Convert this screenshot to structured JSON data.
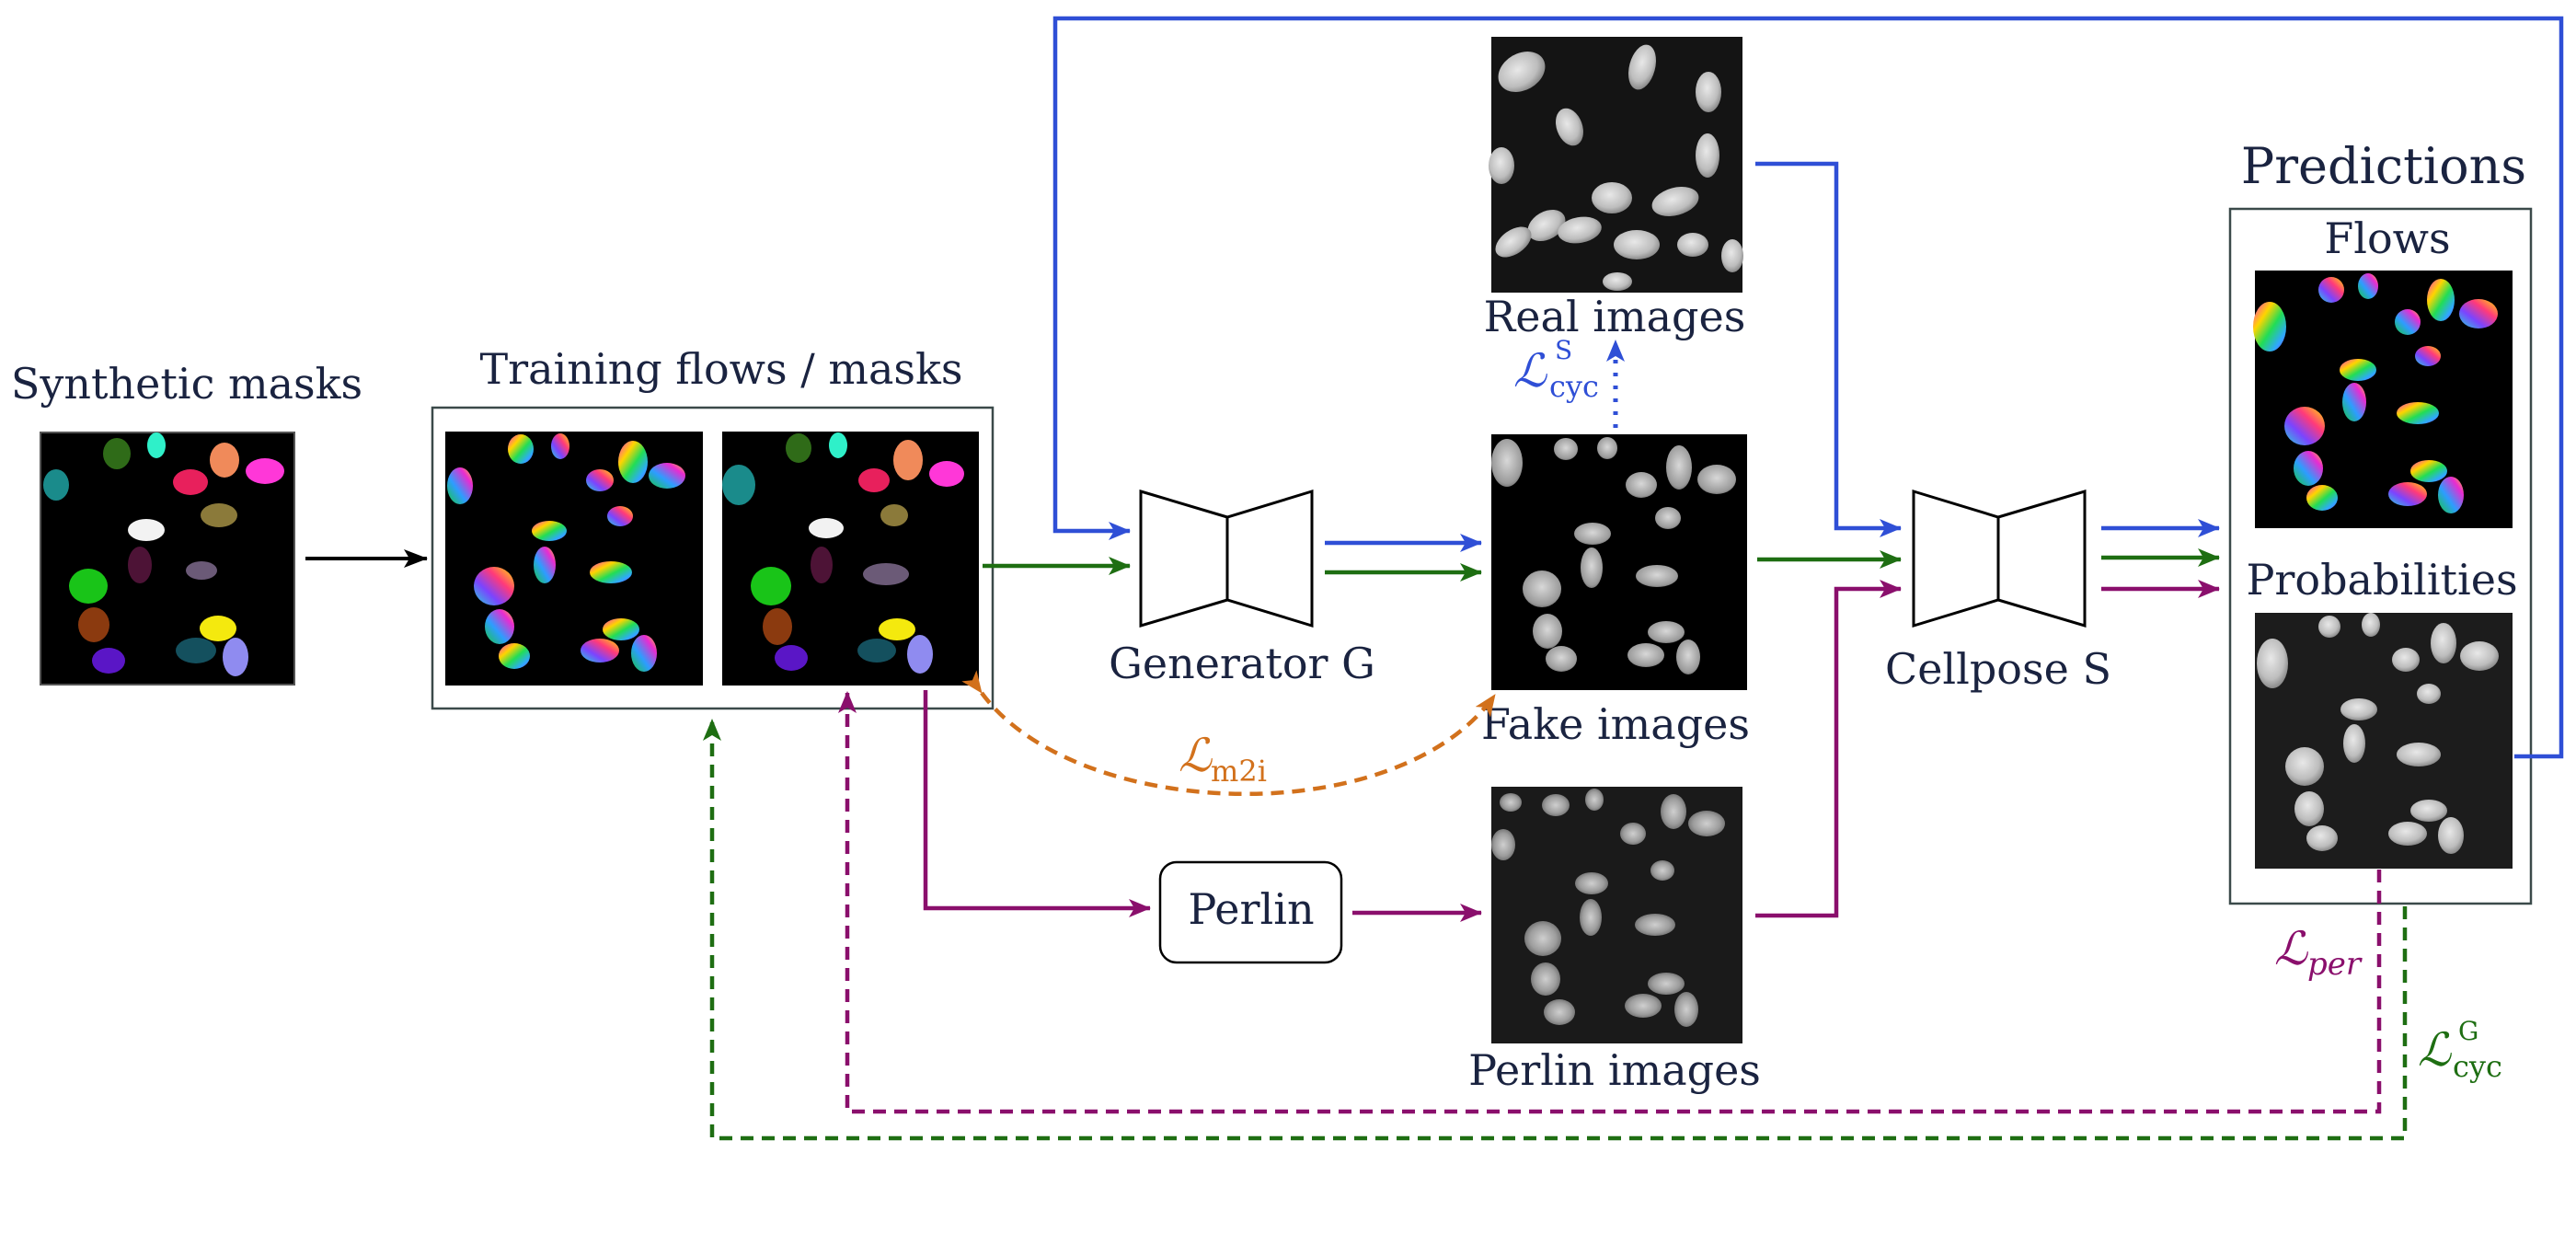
{
  "labels": {
    "synthetic_masks": "Synthetic masks",
    "training_flows_masks": "Training flows / masks",
    "generator": "Generator G",
    "real_images": "Real images",
    "fake_images": "Fake images",
    "perlin_images": "Perlin images",
    "perlin": "Perlin",
    "cellpose": "Cellpose S",
    "predictions": "Predictions",
    "flows": "Flows",
    "probabilities": "Probabilities"
  },
  "losses": {
    "cyc_s": {
      "symbol": "ℒ",
      "sub": "cyc",
      "sup": "S"
    },
    "m2i": {
      "symbol": "ℒ",
      "sub": "m2i"
    },
    "per": {
      "symbol": "ℒ",
      "sub": "per"
    },
    "cyc_g": {
      "symbol": "ℒ",
      "sub": "cyc",
      "sup": "G"
    }
  },
  "colors": {
    "blue": "#2f4fd6",
    "green": "#1e6e12",
    "purple": "#8a0f6c",
    "orange": "#d2711c",
    "black": "#000000",
    "frame": "#3b4a4a"
  },
  "icons": {
    "generator": "encoder-decoder-hourglass-icon",
    "cellpose": "encoder-decoder-hourglass-icon"
  }
}
